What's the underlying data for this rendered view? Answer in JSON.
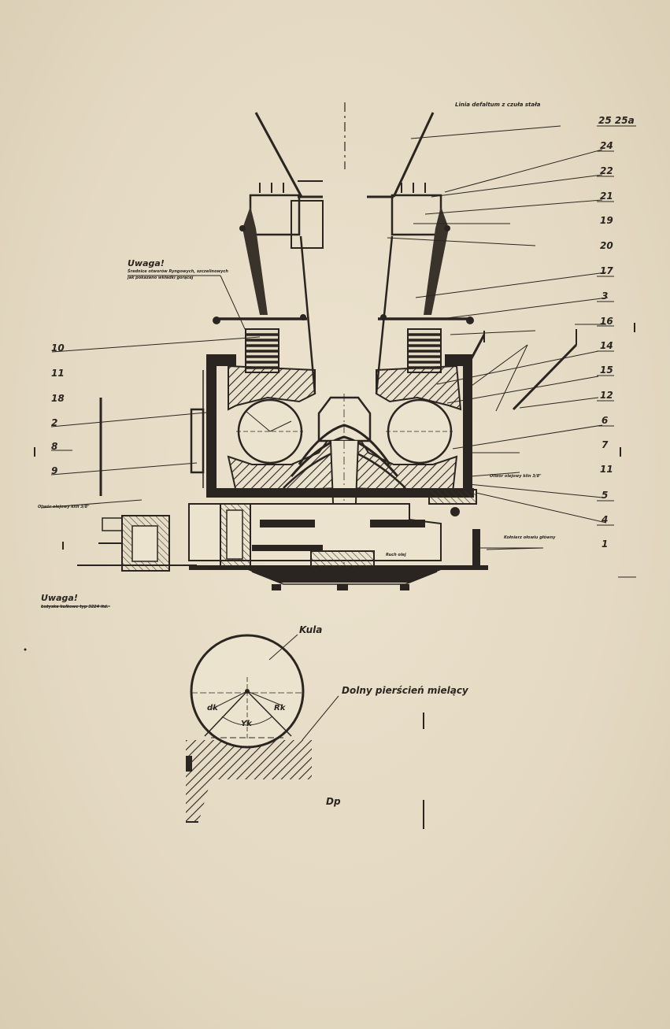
{
  "diagram": {
    "top_note": "Linia defaltum z czuła stała",
    "labels_right": [
      "25 25a",
      "24",
      "22",
      "21",
      "19",
      "20",
      "17",
      "3",
      "16",
      "14",
      "15",
      "12",
      "6",
      "7",
      "11",
      "5",
      "4",
      "1"
    ],
    "labels_left": [
      "10",
      "11",
      "18",
      "2",
      "8",
      "9"
    ],
    "notes": {
      "uwaga_top": "Uwaga!",
      "uwaga_top_text_1": "Średnice otworów Ryngowych, szczelinowych",
      "uwaga_top_text_2": "jak pokazano wkładki gorącej",
      "uwaga_bottom": "Uwaga!",
      "uwaga_bottom_text": "Łożyska kulkowe typ 3224 itd.",
      "left_oil": "Otwór olejowy klin 3/8\"",
      "right_oil": "Otwór olejowy klin 3/8\"",
      "right_flange": "Kołnierz ołowiu główny",
      "center_small": "Ruch olej"
    }
  },
  "detail": {
    "ball_label": "Kula",
    "ring_label": "Dolny pierścień mielący",
    "dim_left": "dk",
    "dim_right": "Rk",
    "dim_center": "Yk",
    "bottom_label": "Dp"
  }
}
